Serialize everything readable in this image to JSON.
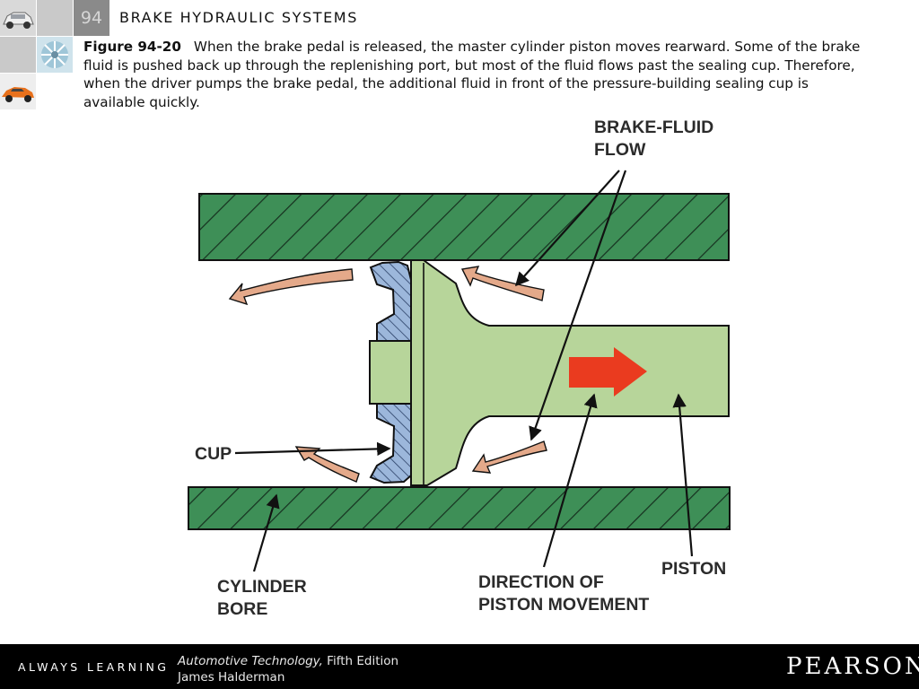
{
  "header": {
    "chapter_number": "94",
    "chapter_title": "BRAKE HYDRAULIC SYSTEMS"
  },
  "caption": {
    "figure_label": "Figure 94-20",
    "text": "When the brake pedal is released, the master cylinder piston moves rearward. Some of the brake fluid is pushed back up through the replenishing port, but most of the fluid flows past the sealing cup. Therefore, when the driver pumps the brake pedal, the additional fluid in front of the pressure-building sealing cup is available quickly."
  },
  "diagram": {
    "labels": {
      "brake_fluid_flow_1": "BRAKE-FLUID",
      "brake_fluid_flow_2": "FLOW",
      "cup": "CUP",
      "cylinder_bore_1": "CYLINDER",
      "cylinder_bore_2": "BORE",
      "direction_1": "DIRECTION OF",
      "direction_2": "PISTON MOVEMENT",
      "piston": "PISTON"
    },
    "colors": {
      "bore_green": "#3e8f57",
      "piston_green": "#b7d59a",
      "cup_blue": "#9cb7db",
      "flow_arrow": "#e4a98a",
      "direction_arrow": "#ea3b1f"
    }
  },
  "footer": {
    "tagline": "ALWAYS LEARNING",
    "book_title": "Automotive Technology,",
    "edition": " Fifth Edition",
    "author": "James Halderman",
    "publisher": "PEARSON"
  }
}
